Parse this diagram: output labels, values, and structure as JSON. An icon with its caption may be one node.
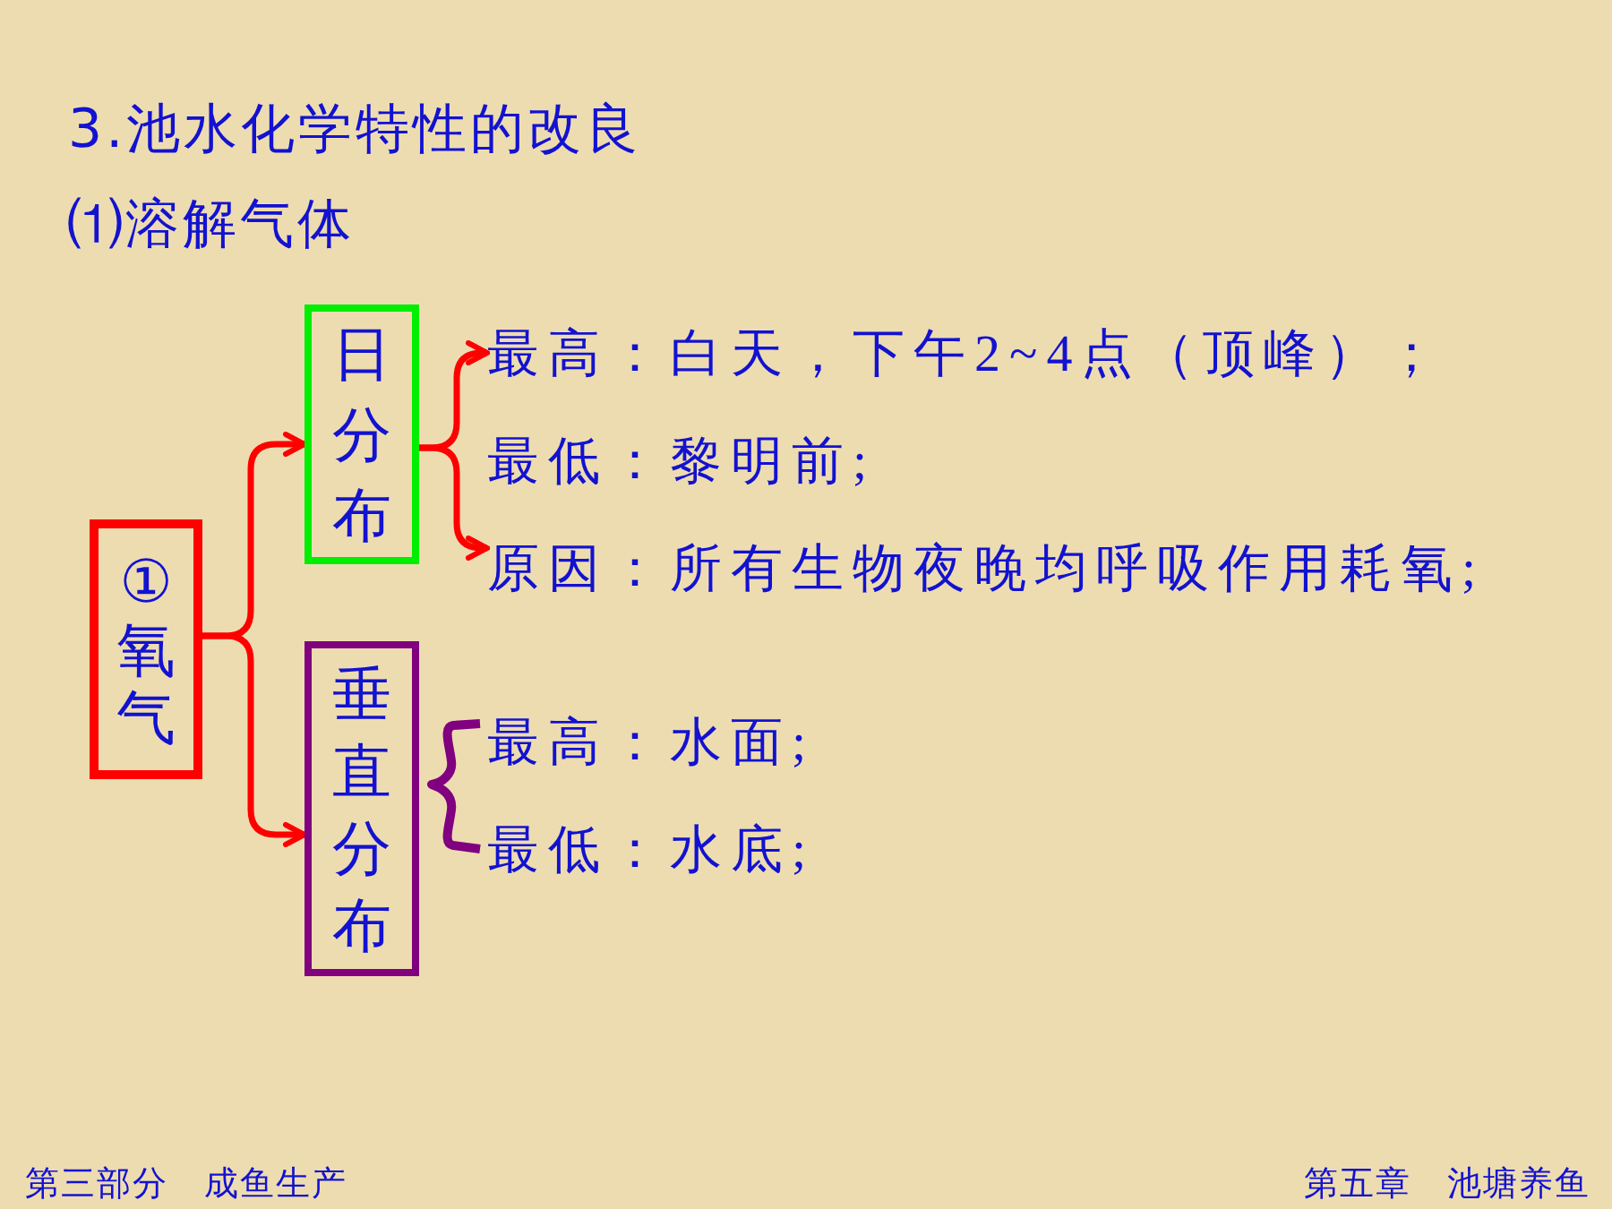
{
  "diagram": {
    "title": "3.池水化学特性的改良",
    "nodes": [
      {
        "text": [
          "①氧气"
        ]
      },
      {
        "text": [
          "日分布"
        ]
      },
      {
        "text": [
          "垂直分布"
        ]
      },
      {
        "text": [
          "最高：白天，下午2~4点（顶峰）；"
        ]
      },
      {
        "text": [
          "原因：所有生物夜晚均呼吸作用耗氧;"
        ]
      }
    ],
    "edges": [
      {
        "from": 0,
        "to": 1,
        "arrow": "to"
      },
      {
        "from": 0,
        "to": 2,
        "arrow": "to"
      },
      {
        "from": 1,
        "to": 3,
        "arrow": "to"
      },
      {
        "from": 1,
        "to": 4,
        "arrow": "to"
      }
    ],
    "labels": [
      "⑴溶解气体",
      "最低：黎明前;",
      "最高：水面;",
      "最低：水底;",
      "第三部分　成鱼生产",
      "第五章　池塘养鱼"
    ]
  }
}
